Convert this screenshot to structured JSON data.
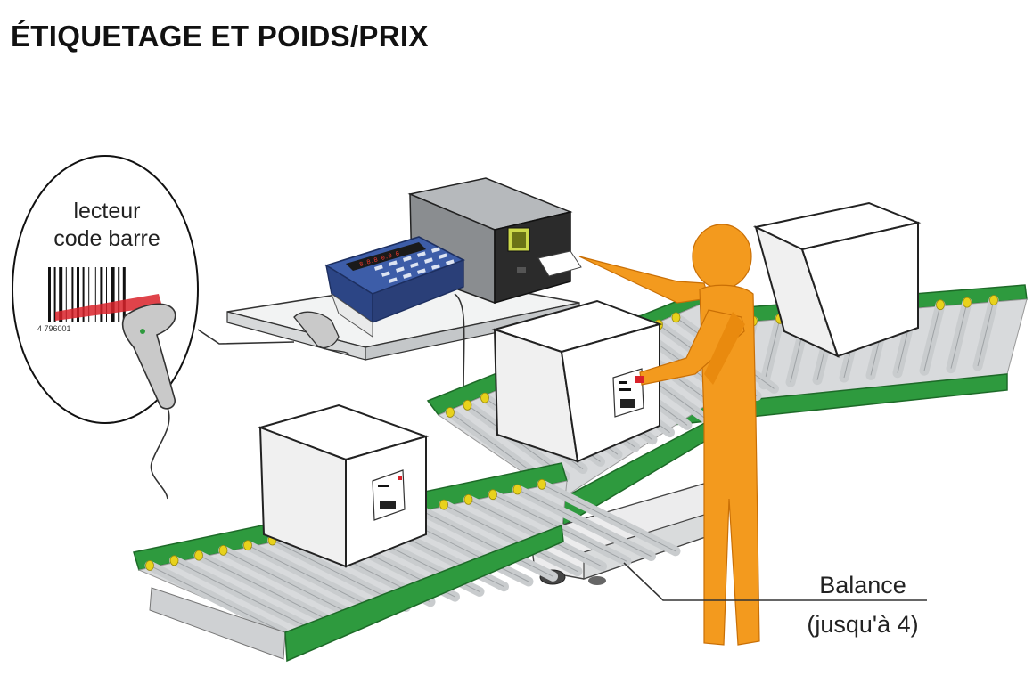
{
  "title": "ÉTIQUETAGE ET POIDS/PRIX",
  "callouts": {
    "scanner_line1": "lecteur",
    "scanner_line2": "code barre",
    "scale_line1": "Balance",
    "scale_line2": "(jusqu'à 4)"
  },
  "barcode_digits": "4 796001",
  "indicator_display": "8.8.8  0.0.0",
  "colors": {
    "belt_green": "#2e9a3e",
    "person_orange": "#f39a1e",
    "roller_grey": "#c9ccce",
    "roller_cap_yellow": "#e8d21c",
    "indicator_blue": "#3d5da8",
    "printer_grey": "#8a8d90",
    "laser_red": "#d9222a"
  }
}
